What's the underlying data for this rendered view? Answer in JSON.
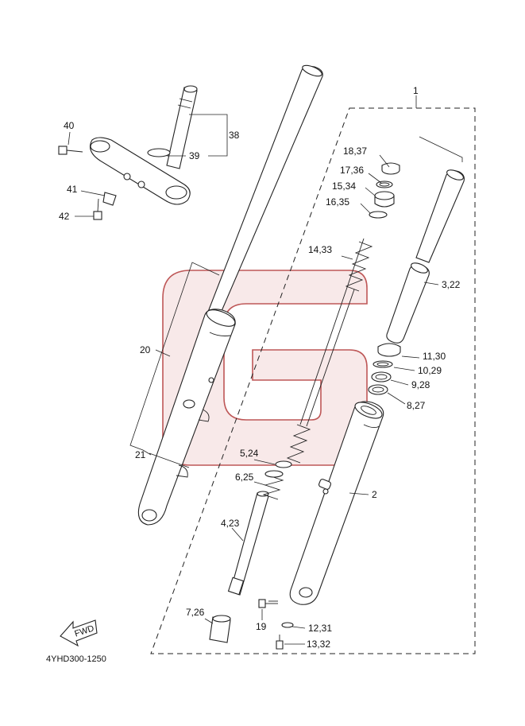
{
  "diagram": {
    "code": "4YHD300-1250",
    "fwd": "FWD",
    "labels": {
      "p1": "1",
      "p2": "2",
      "p3_22": "3,22",
      "p4_23": "4,23",
      "p5_24": "5,24",
      "p6_25": "6,25",
      "p7_26": "7,26",
      "p8_27": "8,27",
      "p9_28": "9,28",
      "p10_29": "10,29",
      "p11_30": "11,30",
      "p12_31": "12,31",
      "p13_32": "13,32",
      "p14_33": "14,33",
      "p15_34": "15,34",
      "p16_35": "16,35",
      "p17_36": "17,36",
      "p18_37": "18,37",
      "p19": "19",
      "p20": "20",
      "p21": "21",
      "p38": "38",
      "p39": "39",
      "p40": "40",
      "p41": "41",
      "p42": "42"
    },
    "colors": {
      "line": "#222222",
      "watermark_fill": "#f7e6e6",
      "watermark_stroke": "#b33a3a"
    }
  }
}
